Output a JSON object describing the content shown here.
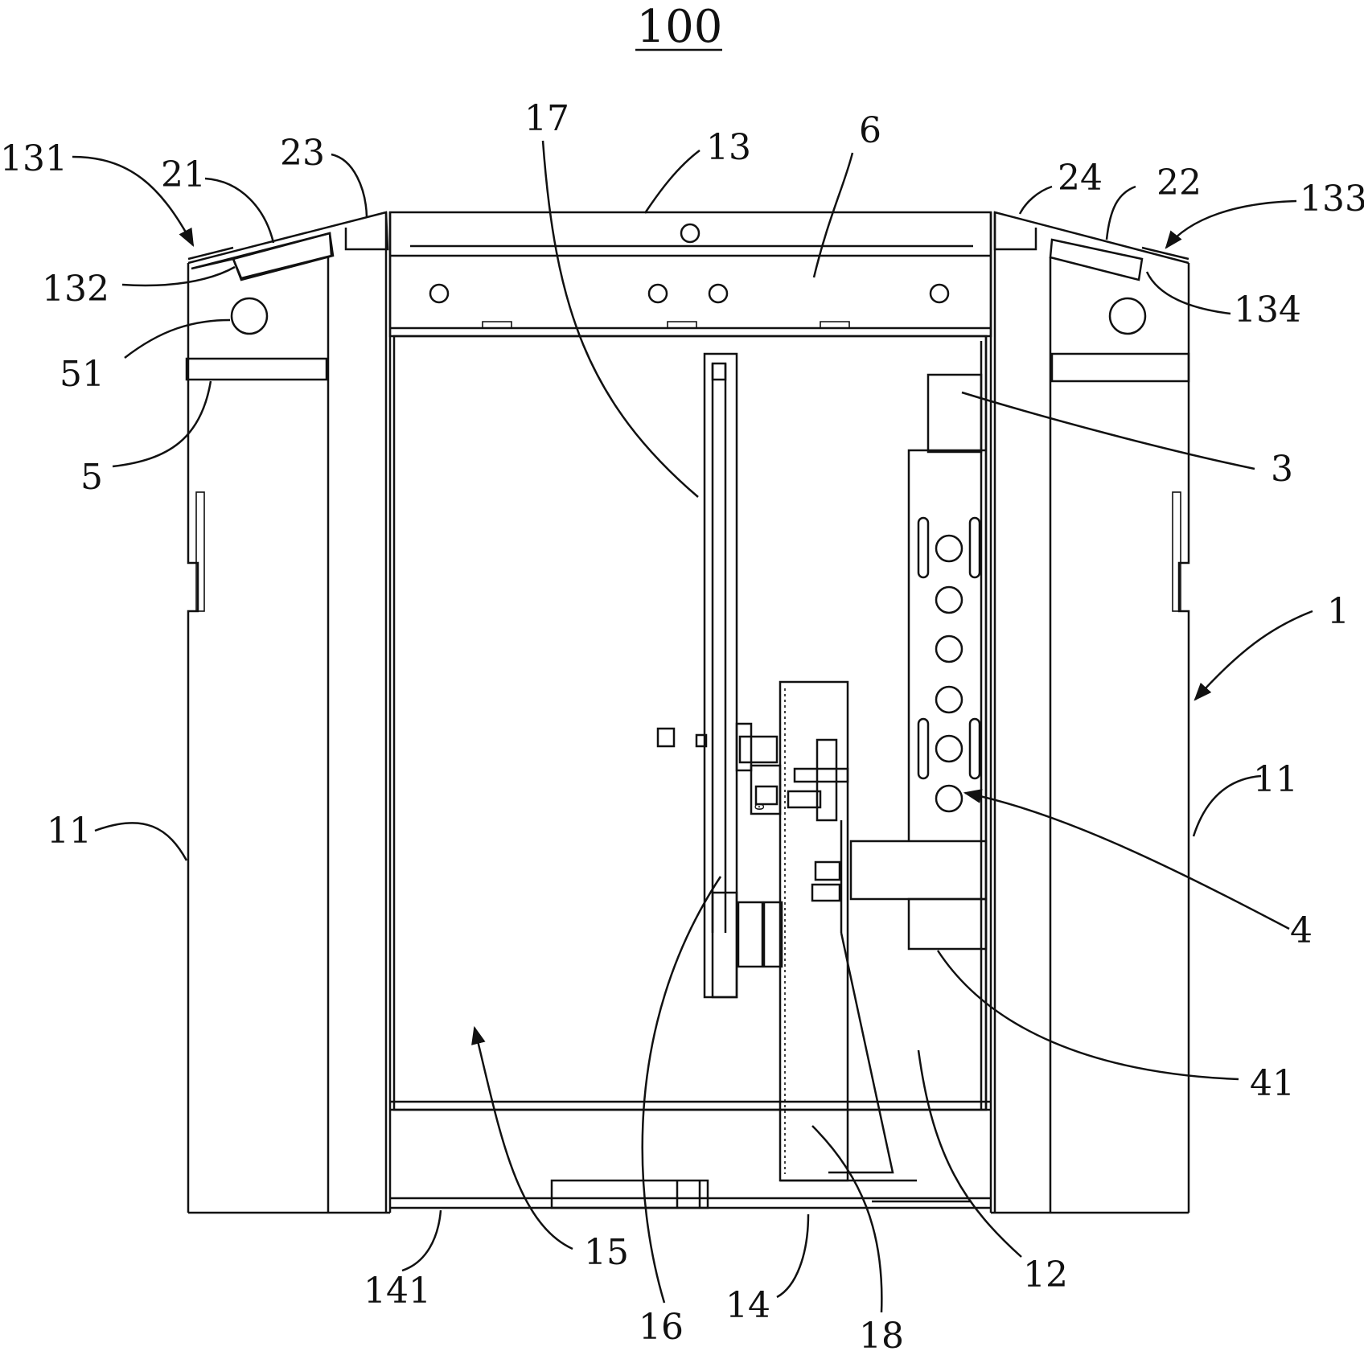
{
  "figure": {
    "title": "100",
    "labels": {
      "l100": "100",
      "l131": "131",
      "l21": "21",
      "l23": "23",
      "l17": "17",
      "l13": "13",
      "l6": "6",
      "l24": "24",
      "l22": "22",
      "l133": "133",
      "l132": "132",
      "l134": "134",
      "l51": "51",
      "l5": "5",
      "l3": "3",
      "l1": "1",
      "l11a": "11",
      "l11b": "11",
      "l4": "4",
      "l41": "41",
      "l15": "15",
      "l141": "141",
      "l16": "16",
      "l14": "14",
      "l18": "18",
      "l12": "12"
    }
  }
}
